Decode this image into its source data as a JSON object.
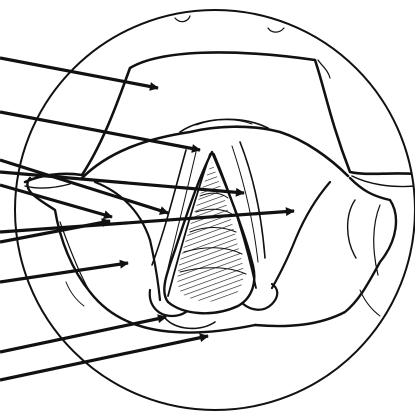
{
  "figure": {
    "subject": "laryngoscopic-view",
    "stroke_color": "#111111",
    "fill_color": "#ffffff",
    "leader_lines": [
      {
        "name": "pointer-1"
      },
      {
        "name": "pointer-2"
      },
      {
        "name": "pointer-3"
      },
      {
        "name": "pointer-4"
      },
      {
        "name": "pointer-5"
      },
      {
        "name": "pointer-6"
      },
      {
        "name": "pointer-7"
      },
      {
        "name": "pointer-8"
      },
      {
        "name": "pointer-9"
      },
      {
        "name": "pointer-10"
      }
    ]
  }
}
